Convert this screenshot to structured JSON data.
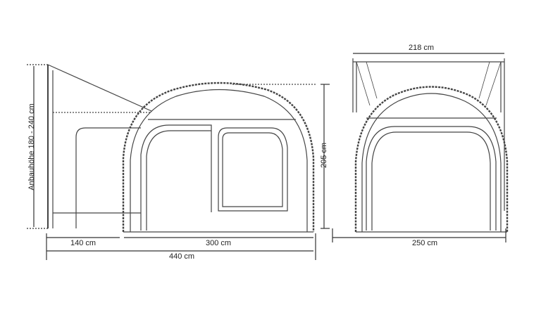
{
  "side_view": {
    "height_label": "Anbauhöhe 180 - 240 cm",
    "width_awning": "140 cm",
    "width_tent": "300 cm",
    "width_total": "440 cm",
    "tent_height": "205 cm"
  },
  "front_view": {
    "top_width": "218 cm",
    "base_width": "250 cm"
  },
  "colors": {
    "line": "#333333"
  }
}
